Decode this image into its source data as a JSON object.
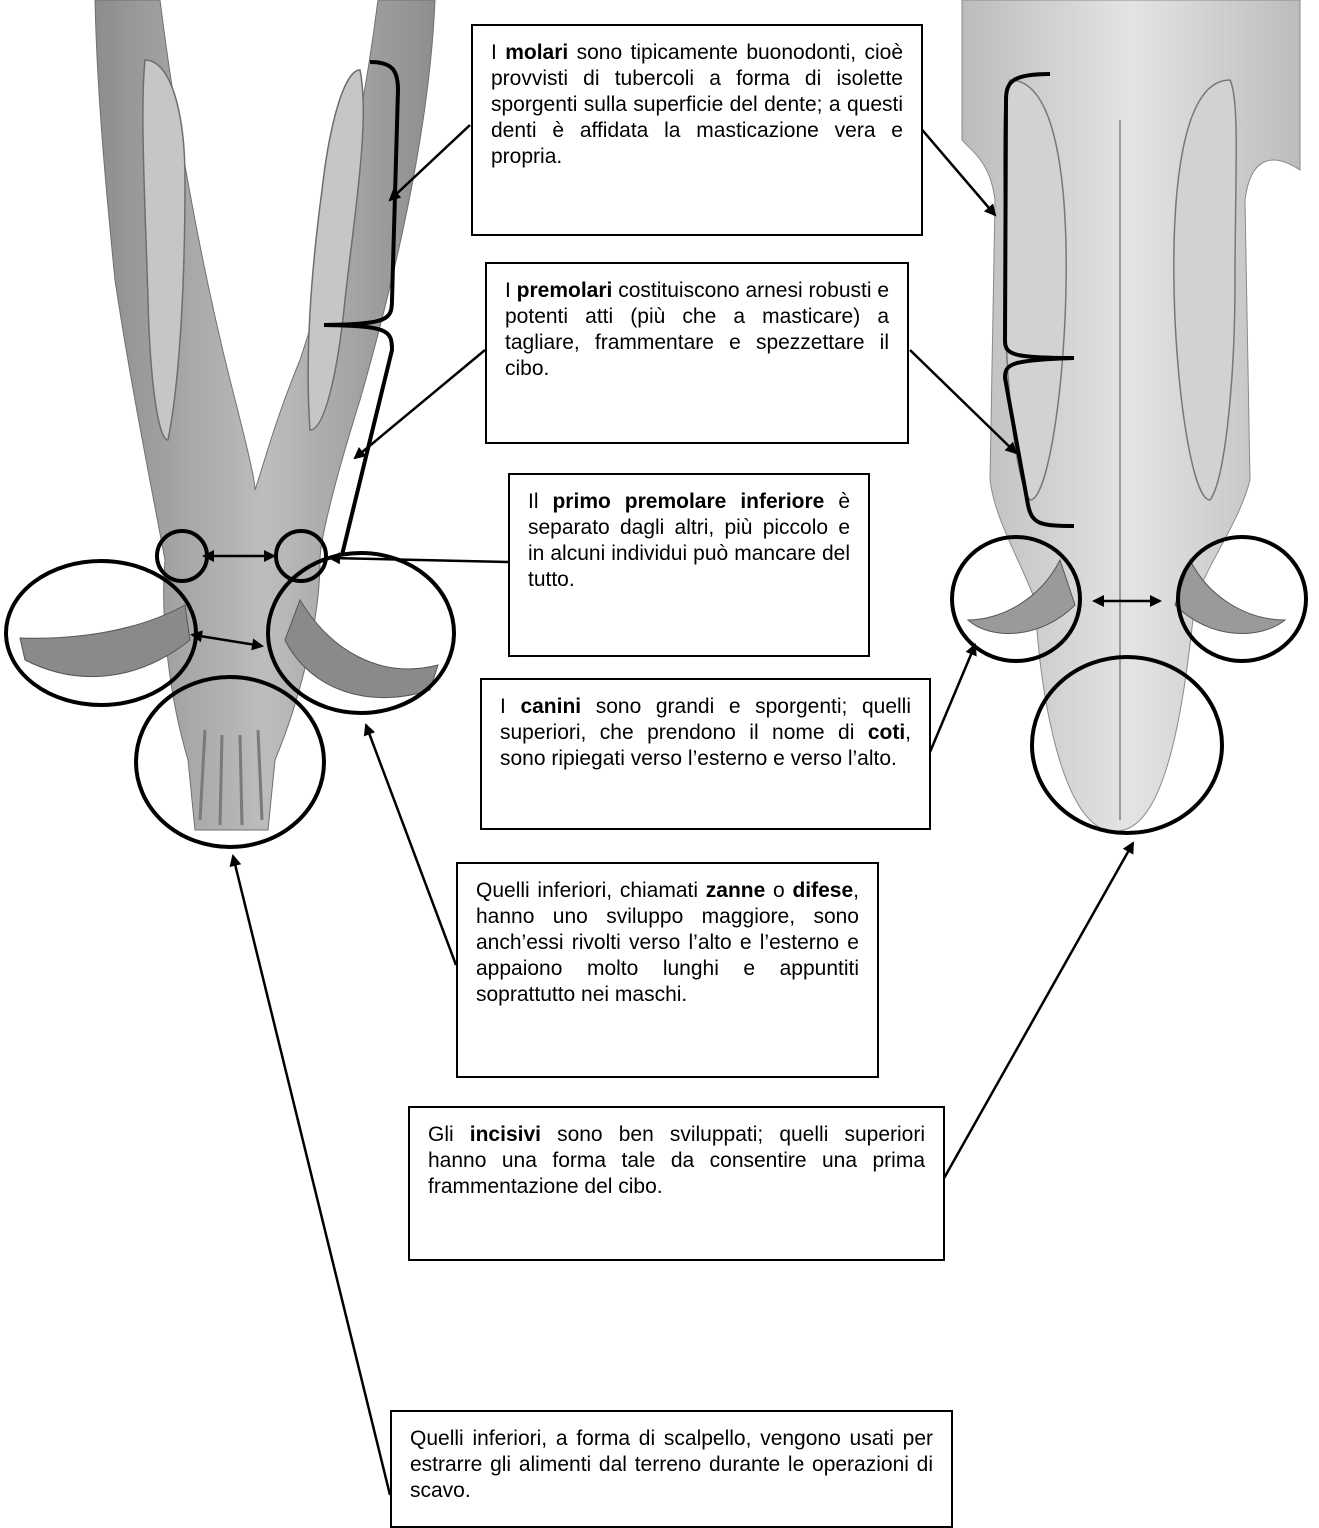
{
  "colors": {
    "bone_light": "#d4d4d4",
    "bone_mid": "#a7a7a7",
    "bone_dark": "#6b6b6b",
    "tooth_tusk": "#8a8a8a",
    "outline": "#000000"
  },
  "notes": {
    "molari": {
      "pre": "I ",
      "bold": "molari",
      "post": " sono tipicamente buonodonti, cioè provvisti di tubercoli a forma di isolette sporgenti sulla superficie del dente; a questi denti è affidata la masticazione vera e propria."
    },
    "premolari": {
      "pre": "I ",
      "bold": "premolari",
      "post": " costituiscono arnesi robusti e potenti atti (più che a masticare) a tagliare, frammentare e spezzettare il cibo."
    },
    "primo_premolare": {
      "pre": "Il ",
      "bold": "primo premolare inferiore",
      "post": " è separato dagli altri, più piccolo e in alcuni individui può mancare del tutto."
    },
    "canini": {
      "pre": "I ",
      "bold": "canini",
      "mid": " sono grandi e sporgenti; quelli superiori, che prendono il nome di ",
      "bold2": "coti",
      "post": ", sono ripiegati verso l’esterno e verso l’alto."
    },
    "zanne": {
      "pre": "Quelli inferiori, chiamati ",
      "bold": "zanne",
      "mid": " o ",
      "bold2": "difese",
      "post": ", hanno uno sviluppo maggiore, sono anch’essi rivolti verso l’alto e l’esterno e appaiono molto lunghi e appuntiti soprattutto nei maschi."
    },
    "incisivi": {
      "pre": "Gli ",
      "bold": "incisivi",
      "post": " sono ben sviluppati; quelli superiori hanno una forma tale da consentire una prima frammentazione del cibo."
    },
    "incisivi_inferiori": {
      "text": "Quelli inferiori, a forma di scalpello, vengono usati per estrarre gli alimenti dal terreno durante le operazioni di scavo."
    }
  }
}
